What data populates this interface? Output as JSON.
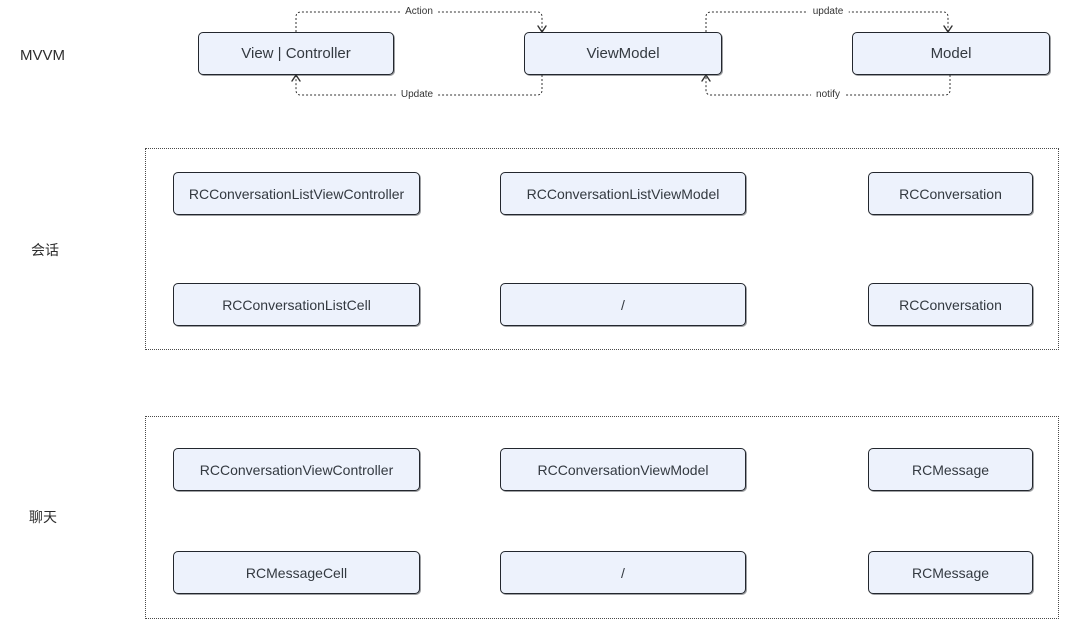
{
  "mvvm": {
    "label": "MVVM",
    "nodes": [
      {
        "label": "View | Controller"
      },
      {
        "label": "ViewModel"
      },
      {
        "label": "Model"
      }
    ],
    "edges": [
      {
        "label": "Action",
        "from": "View | Controller",
        "to": "ViewModel"
      },
      {
        "label": "Update",
        "from": "ViewModel",
        "to": "View | Controller"
      },
      {
        "label": "update",
        "from": "ViewModel",
        "to": "Model"
      },
      {
        "label": "notify",
        "from": "Model",
        "to": "ViewModel"
      }
    ]
  },
  "sections": [
    {
      "label": "会话",
      "rows": [
        [
          "RCConversationListViewController",
          "RCConversationListViewModel",
          "RCConversation"
        ],
        [
          "RCConversationListCell",
          "/",
          "RCConversation"
        ]
      ]
    },
    {
      "label": "聊天",
      "rows": [
        [
          "RCConversationViewController",
          "RCConversationViewModel",
          "RCMessage"
        ],
        [
          "RCMessageCell",
          "/",
          "RCMessage"
        ]
      ]
    }
  ],
  "colors": {
    "node_fill": "#EDF2FC",
    "node_border": "#23272E",
    "edge_color": "#333333",
    "text_color": "#333940",
    "container_border": "#4A4A4A"
  }
}
